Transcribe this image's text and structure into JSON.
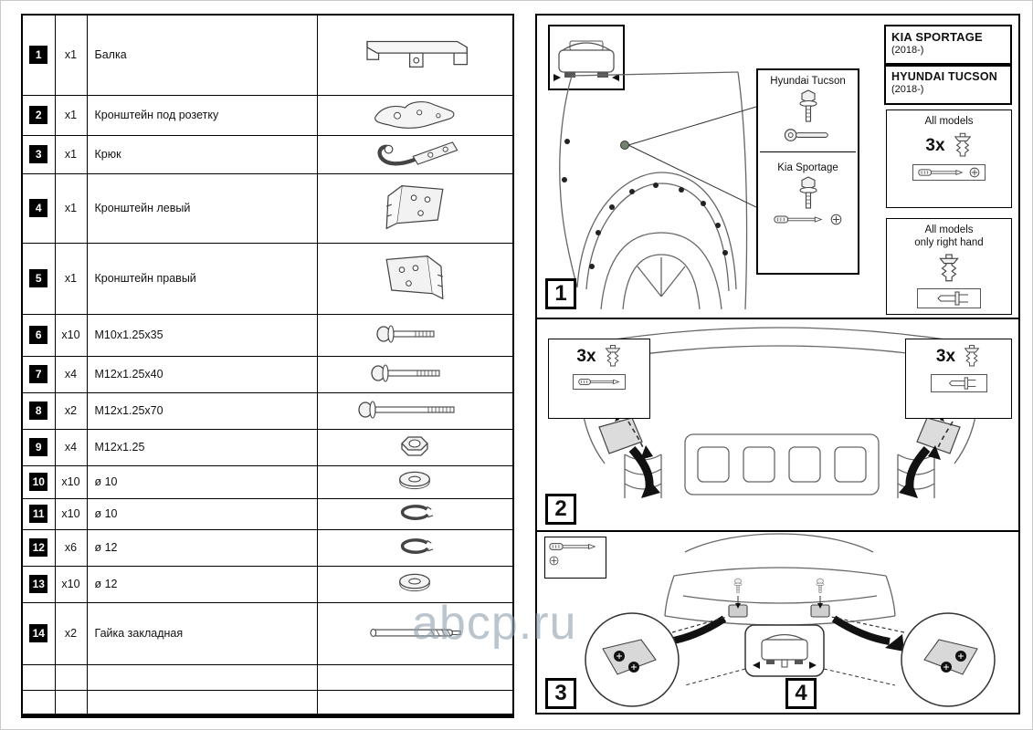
{
  "watermark": "abcp.ru",
  "steps": {
    "s1": "1",
    "s2": "2",
    "s3": "3",
    "s4": "4"
  },
  "parts_table": {
    "rows": [
      {
        "num": "1",
        "qty": "x1",
        "name": "Балка",
        "icon": "beam-icon"
      },
      {
        "num": "2",
        "qty": "x1",
        "name": "Кронштейн под розетку",
        "icon": "socket-bracket-icon"
      },
      {
        "num": "3",
        "qty": "x1",
        "name": "Крюк",
        "icon": "hook-icon"
      },
      {
        "num": "4",
        "qty": "x1",
        "name": "Кронштейн левый",
        "icon": "bracket-left-icon"
      },
      {
        "num": "5",
        "qty": "x1",
        "name": "Кронштейн правый",
        "icon": "bracket-right-icon"
      },
      {
        "num": "6",
        "qty": "x10",
        "name": "M10x1.25x35",
        "icon": "bolt-icon"
      },
      {
        "num": "7",
        "qty": "x4",
        "name": "M12x1.25x40",
        "icon": "bolt-icon"
      },
      {
        "num": "8",
        "qty": "x2",
        "name": "M12x1.25x70",
        "icon": "bolt-icon"
      },
      {
        "num": "9",
        "qty": "x4",
        "name": "M12x1.25",
        "icon": "nut-icon"
      },
      {
        "num": "10",
        "qty": "x10",
        "name": "ø 10",
        "icon": "washer-icon"
      },
      {
        "num": "11",
        "qty": "x10",
        "name": "ø 10",
        "icon": "spring-washer-icon"
      },
      {
        "num": "12",
        "qty": "x6",
        "name": "ø 12",
        "icon": "spring-washer-icon"
      },
      {
        "num": "13",
        "qty": "x10",
        "name": "ø 12",
        "icon": "washer-icon"
      },
      {
        "num": "14",
        "qty": "x2",
        "name": "Гайка закладная",
        "icon": "embedded-nut-icon"
      }
    ]
  },
  "step1": {
    "kia_title": "KIA SPORTAGE",
    "kia_year": "(2018-)",
    "tucson_title": "HYUNDAI TUCSON",
    "tucson_year": "(2018-)",
    "callout_tucson": "Hyundai Tucson",
    "callout_sportage": "Kia Sportage",
    "all_models_label": "All models",
    "all_models_qty": "3x",
    "right_hand_label_1": "All models",
    "right_hand_label_2": "only right hand"
  },
  "step2": {
    "left_qty": "3x",
    "right_qty": "3x"
  }
}
